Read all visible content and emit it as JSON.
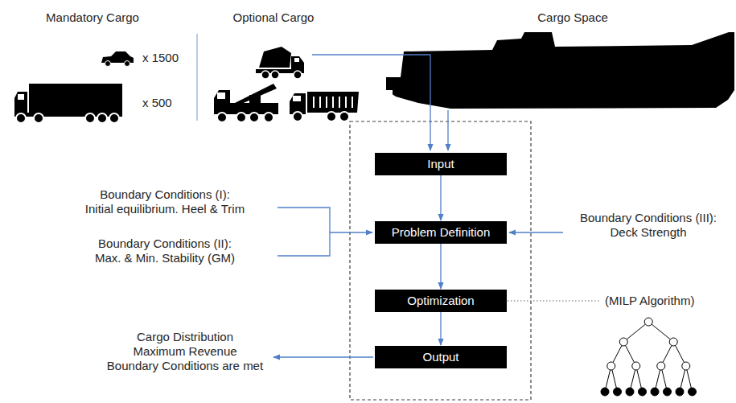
{
  "diagram": {
    "nodes": [
      {
        "text": [
          "Input"
        ]
      },
      {
        "text": [
          "Problem Definition"
        ]
      },
      {
        "text": [
          "Optimization"
        ]
      },
      {
        "text": [
          "Output"
        ]
      }
    ],
    "edges": [
      {
        "from": 0,
        "to": 1,
        "arrow": "to"
      },
      {
        "from": 1,
        "to": 2,
        "arrow": "to"
      },
      {
        "from": 2,
        "to": 3,
        "arrow": "to"
      }
    ],
    "labels": [
      "Mandatory Cargo",
      "Optional Cargo",
      "Cargo Space",
      "x 1500",
      "x 500",
      "Boundary Conditions (I):",
      "Initial equilibrium. Heel & Trim",
      "Boundary Conditions (II):",
      "Max. & Min. Stability (GM)",
      "Boundary Conditions (III):",
      "Deck Strength",
      "(MILP Algorithm)",
      "Cargo Distribution",
      "Maximum Revenue",
      "Boundary Conditions are met"
    ]
  }
}
